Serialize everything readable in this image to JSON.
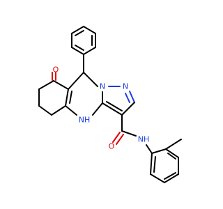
{
  "molecule": {
    "colors": {
      "carbon_bond": "#000000",
      "nitrogen": "#1c3ce0",
      "oxygen": "#e00000",
      "background": "#ffffff"
    },
    "atom_labels": {
      "ketone_o": "O",
      "n_pyrazole_ring": "N",
      "n_pyrazole_c": "N",
      "nh_ring": "NH",
      "amide_o": "O",
      "amide_nh": "NH"
    }
  }
}
